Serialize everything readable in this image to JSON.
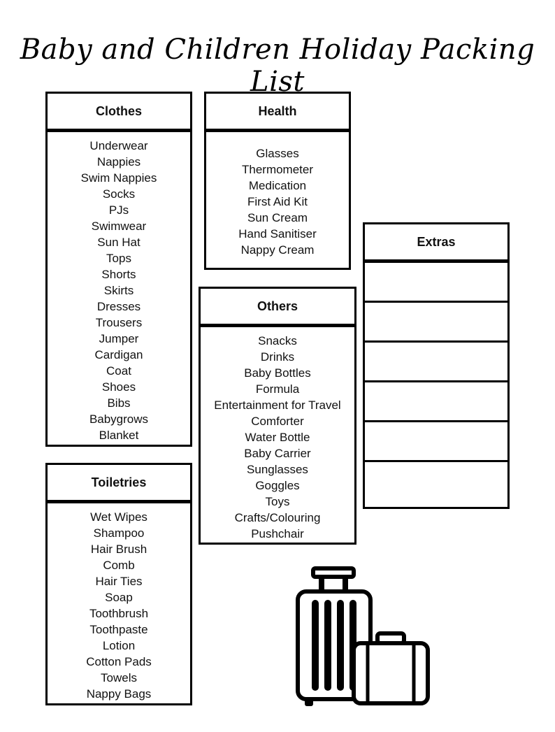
{
  "title": "Baby and Children Holiday Packing List",
  "sections": {
    "clothes": {
      "heading": "Clothes",
      "items": [
        "Underwear",
        "Nappies",
        "Swim Nappies",
        "Socks",
        "PJs",
        "Swimwear",
        "Sun Hat",
        "Tops",
        "Shorts",
        "Skirts",
        "Dresses",
        "Trousers",
        "Jumper",
        "Cardigan",
        "Coat",
        "Shoes",
        "Bibs",
        "Babygrows",
        "Blanket"
      ]
    },
    "health": {
      "heading": "Health",
      "items": [
        "Glasses",
        "Thermometer",
        "Medication",
        "First Aid Kit",
        "Sun Cream",
        "Hand Sanitiser",
        "Nappy Cream"
      ]
    },
    "toiletries": {
      "heading": "Toiletries",
      "items": [
        "Wet Wipes",
        "Shampoo",
        "Hair Brush",
        "Comb",
        "Hair Ties",
        "Soap",
        "Toothbrush",
        "Toothpaste",
        "Lotion",
        "Cotton Pads",
        "Towels",
        "Nappy Bags"
      ]
    },
    "others": {
      "heading": "Others",
      "items": [
        "Snacks",
        "Drinks",
        "Baby Bottles",
        "Formula",
        "Entertainment for Travel",
        "Comforter",
        "Water Bottle",
        "Baby Carrier",
        "Sunglasses",
        "Goggles",
        "Toys",
        "Crafts/Colouring",
        "Pushchair"
      ]
    },
    "extras": {
      "heading": "Extras",
      "blank_lines": 6
    }
  },
  "icons": {
    "illustration": "luggage-icon"
  },
  "colors": {
    "ink": "#000000",
    "paper": "#ffffff"
  }
}
